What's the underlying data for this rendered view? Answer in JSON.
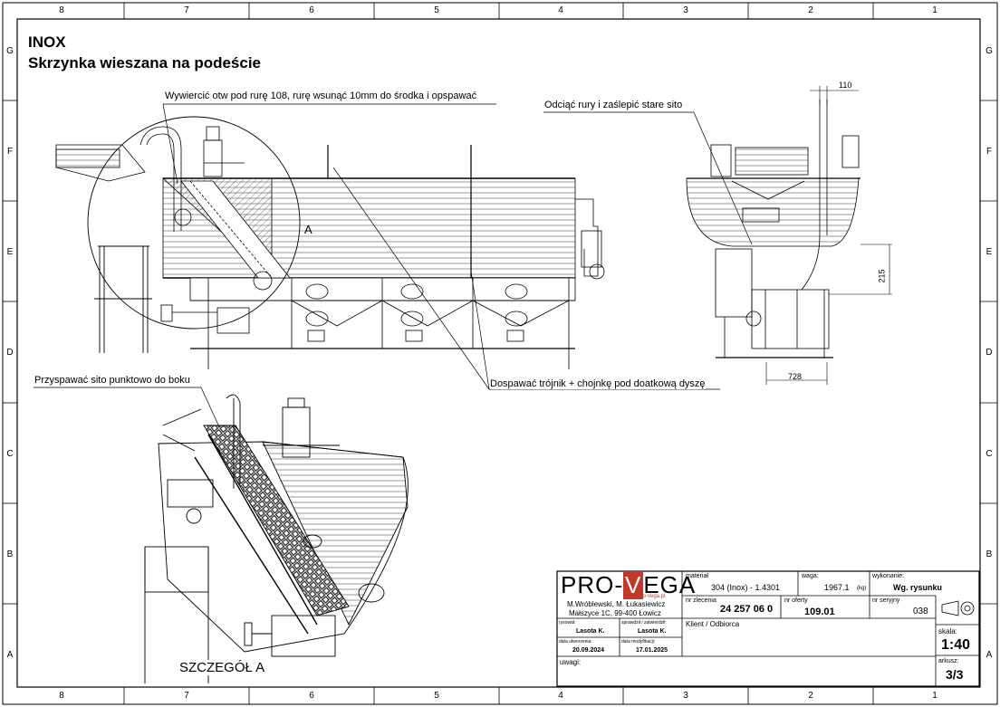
{
  "title": {
    "line1": "INOX",
    "line2": "Skrzynka wieszana na podeście"
  },
  "notes": {
    "drill": "Wywiercić otw pod rurę 108, rurę wsunąć 10mm do środka i opspawać",
    "cut": "Odciąć rury i zaślepić stare sito",
    "spot_weld": "Przyspawać sito punktowo do boku",
    "tee": "Dospawać trójnik + chojnkę pod doatkową dyszę"
  },
  "dimensions": {
    "d110": "110",
    "d215": "215",
    "d728": "728"
  },
  "section_marker": "A",
  "detail_label": "SZCZEGÓŁ A",
  "zones": {
    "columns": [
      "8",
      "7",
      "6",
      "5",
      "4",
      "3",
      "2",
      "1"
    ],
    "rows": [
      "G",
      "F",
      "E",
      "D",
      "C",
      "B",
      "A"
    ]
  },
  "title_block": {
    "logo_pro": "PRO-",
    "logo_v": "V",
    "logo_ega": "EGA",
    "logo_url": "www.pro-vega.pl",
    "company_line1": "M.Wróblewski, M. Łukasiewicz",
    "company_line2": "Małszyce 1C, 99-400 Łowicz",
    "material_label": "materiał",
    "material_value": "304  (Inox) - 1.4301",
    "weight_label": "waga:",
    "weight_value": "1967.1",
    "weight_unit": "(kg)",
    "made_label": "wykonanie:",
    "made_value": "Wg. rysunku",
    "order_label": "nr zlecenia",
    "order_value": "24 257 06 0",
    "offer_label": "nr oferty",
    "offer_value": "109.01",
    "serial_label": "nr seryjny",
    "serial_value": "038",
    "drawn_label": "rysował:",
    "drawn_value": "Lasota K.",
    "checked_label": "sprawdził / zatwierdził:",
    "checked_value": "Lasota K.",
    "created_label": "data utworzenia:",
    "created_value": "20.09.2024",
    "modified_label": "data modyfikacji:",
    "modified_value": "17.01.2025",
    "client_value": "Klient / Odbiorca",
    "scale_label": "skala:",
    "scale_value": "1:40",
    "sheet_label": "arkusz:",
    "sheet_value": "3/3",
    "remarks_label": "uwagi:"
  }
}
